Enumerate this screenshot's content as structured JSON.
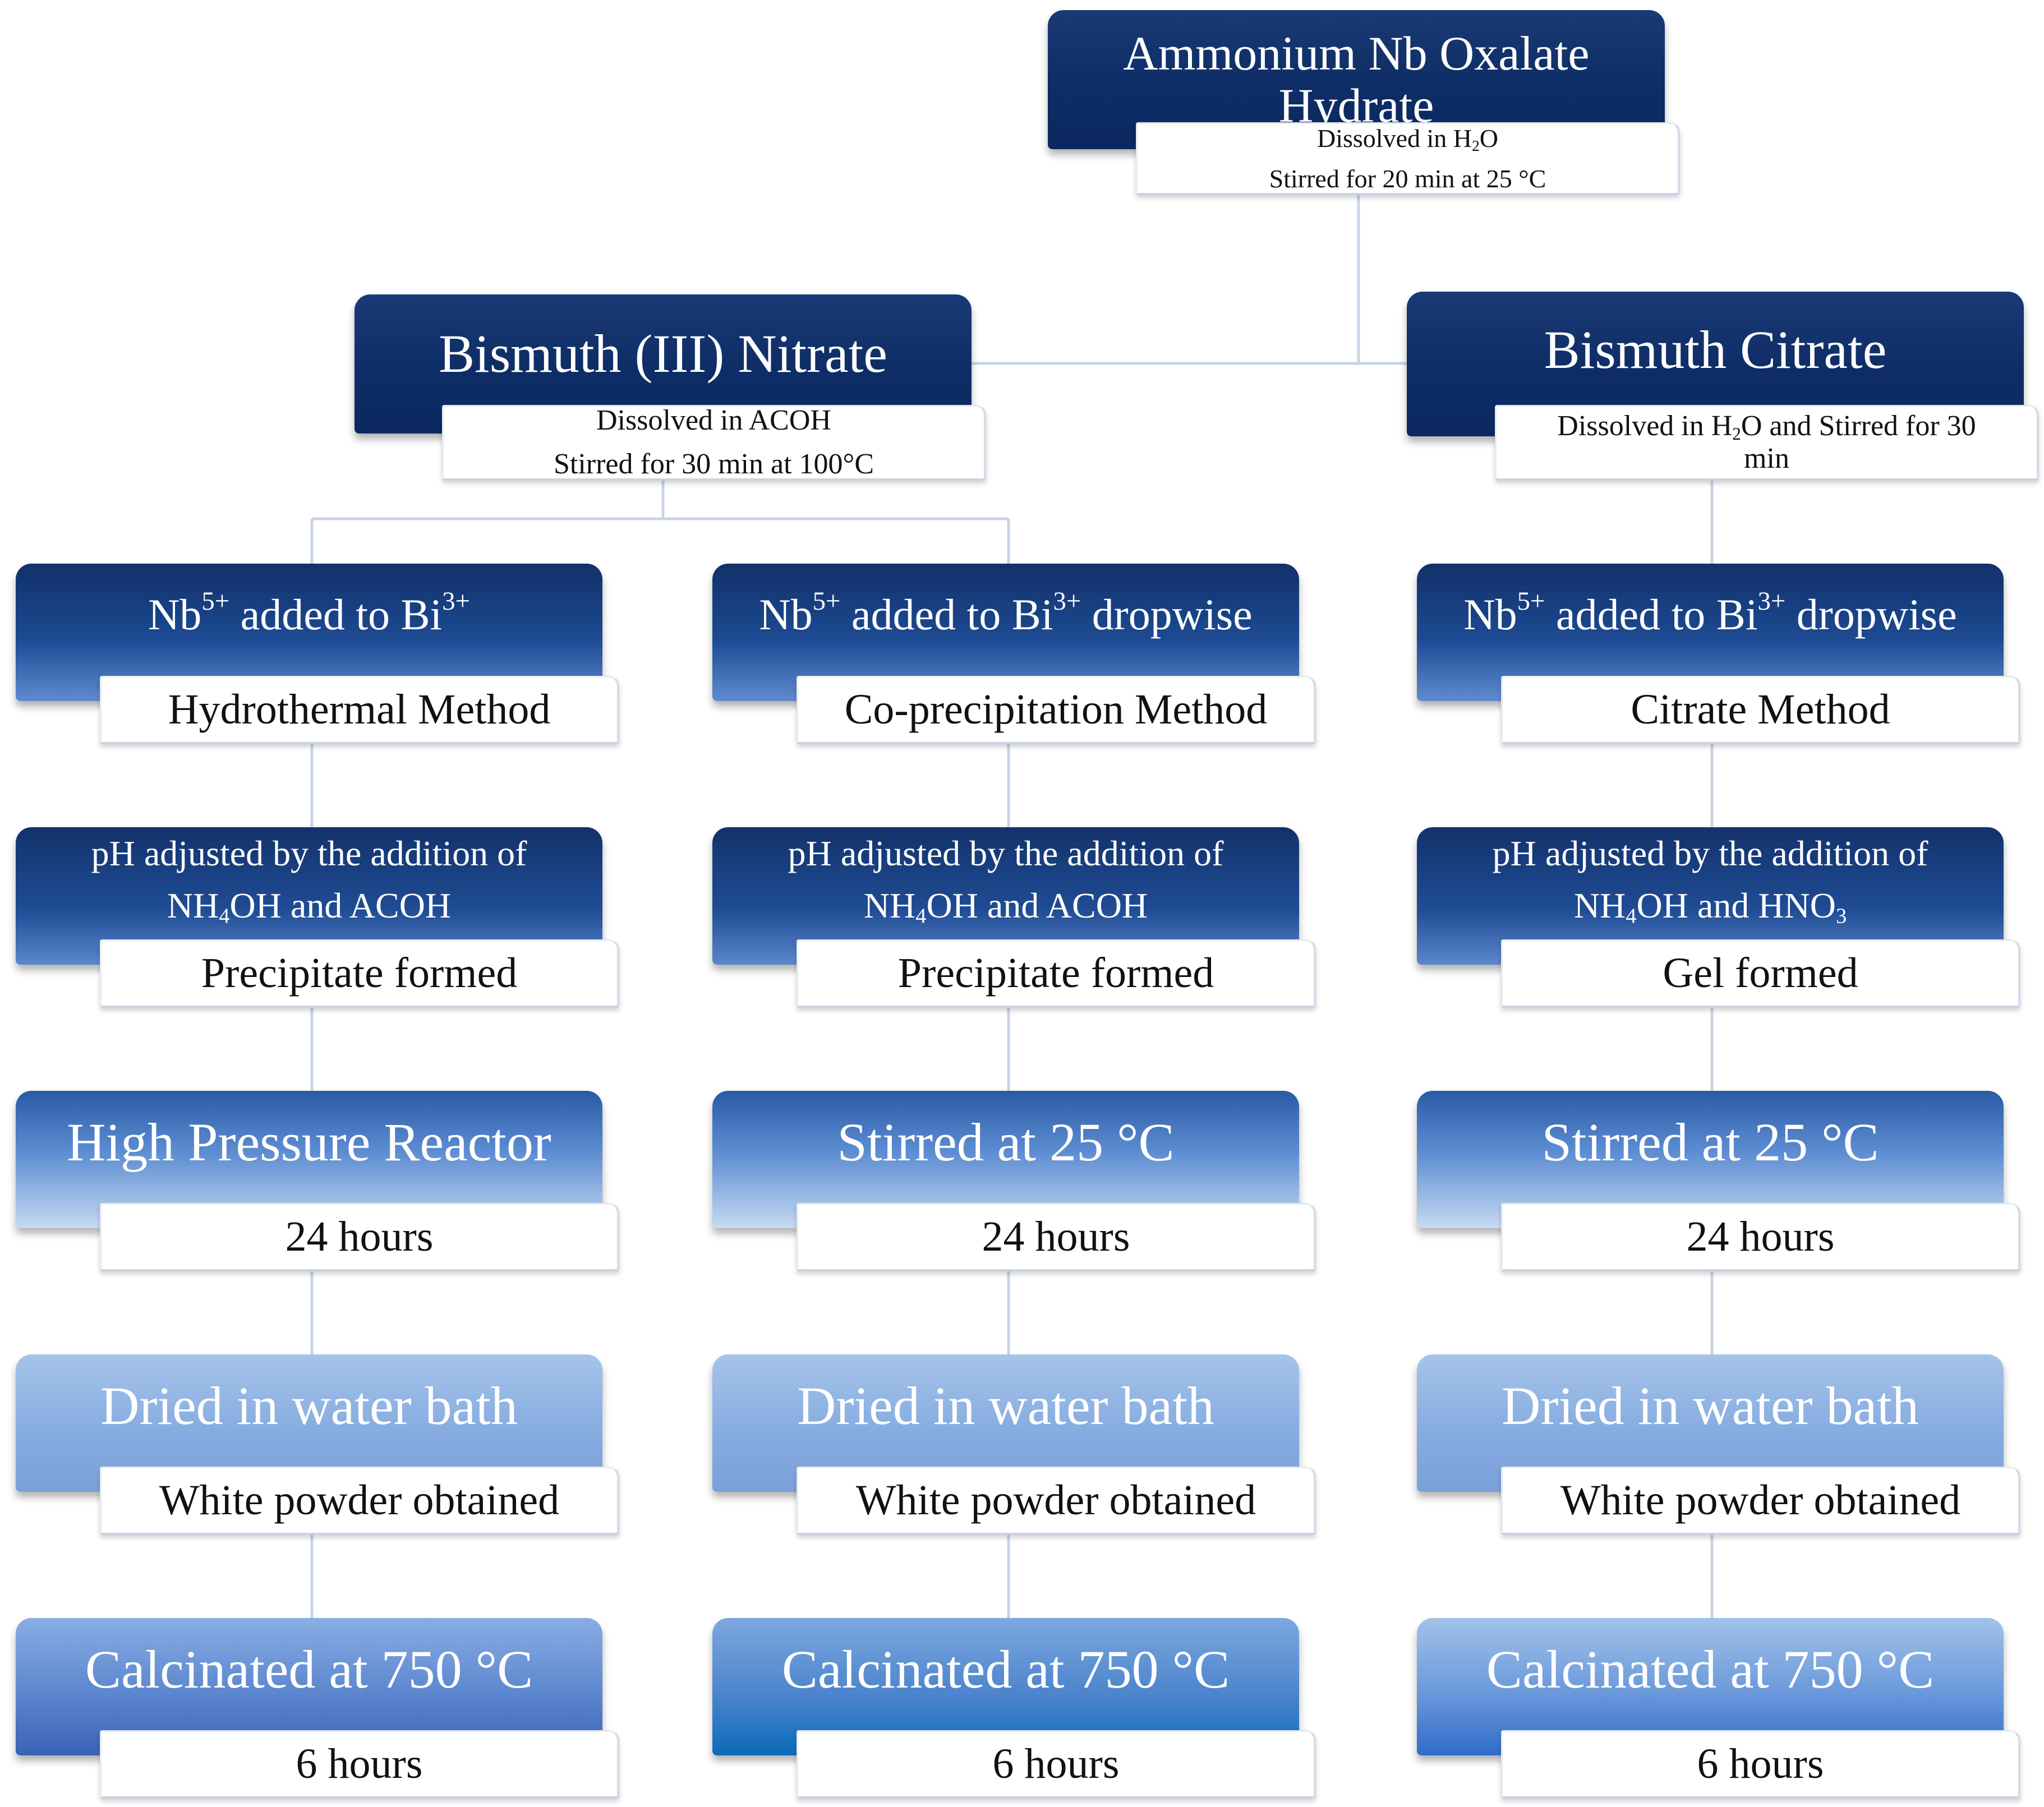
{
  "top": {
    "title": "Ammonium Nb Oxalate Hydrate",
    "line1_pre": "Dissolved in H",
    "line1_sub": "2",
    "line1_post": "O",
    "line2": "Stirred for 20 min at 25 °C"
  },
  "left_precursor": {
    "title": "Bismuth (III) Nitrate",
    "line1": "Dissolved in ACOH",
    "line2": "Stirred for 30 min at 100°C"
  },
  "right_precursor": {
    "title": "Bismuth Citrate",
    "line1_pre": "Dissolved in H",
    "line1_sub": "2",
    "line1_post": "O and Stirred for 30",
    "line2": "min"
  },
  "columns": [
    {
      "mix": {
        "nb": "Nb",
        "nb_sup": "5+",
        "mid": " added to Bi",
        "bi_sup": "3+",
        "tail": "",
        "method": "Hydrothermal Method"
      },
      "ph": {
        "line1": "pH adjusted by the addition of",
        "a": "NH",
        "a_sub": "4",
        "b": "OH and ACOH",
        "b_sub": "",
        "result": "Precipitate formed"
      },
      "reactor": {
        "title": "High Pressure Reactor",
        "duration": "24 hours"
      },
      "drying": {
        "title": "Dried in water bath",
        "result": "White powder obtained"
      },
      "calcination": {
        "title": "Calcinated at 750 °C",
        "duration": "6 hours"
      }
    },
    {
      "mix": {
        "nb": "Nb",
        "nb_sup": "5+",
        "mid": " added to Bi",
        "bi_sup": "3+",
        "tail": " dropwise",
        "method": "Co-precipitation Method"
      },
      "ph": {
        "line1": "pH adjusted by the addition of",
        "a": "NH",
        "a_sub": "4",
        "b": "OH and ACOH",
        "b_sub": "",
        "result": "Precipitate formed"
      },
      "reactor": {
        "title": "Stirred at 25 °C",
        "duration": "24 hours"
      },
      "drying": {
        "title": "Dried in water bath",
        "result": "White powder obtained"
      },
      "calcination": {
        "title": "Calcinated at 750 °C",
        "duration": "6 hours"
      }
    },
    {
      "mix": {
        "nb": "Nb",
        "nb_sup": "5+",
        "mid": " added to Bi",
        "bi_sup": "3+",
        "tail": " dropwise",
        "method": "Citrate Method"
      },
      "ph": {
        "line1": "pH adjusted by the addition of",
        "a": "NH",
        "a_sub": "4",
        "b": "OH and HNO",
        "b_sub": "3",
        "result": "Gel formed"
      },
      "reactor": {
        "title": "Stirred at 25 °C",
        "duration": "24 hours"
      },
      "drying": {
        "title": "Dried in water bath",
        "result": "White powder obtained"
      },
      "calcination": {
        "title": "Calcinated at 750 °C",
        "duration": "6 hours"
      }
    }
  ]
}
